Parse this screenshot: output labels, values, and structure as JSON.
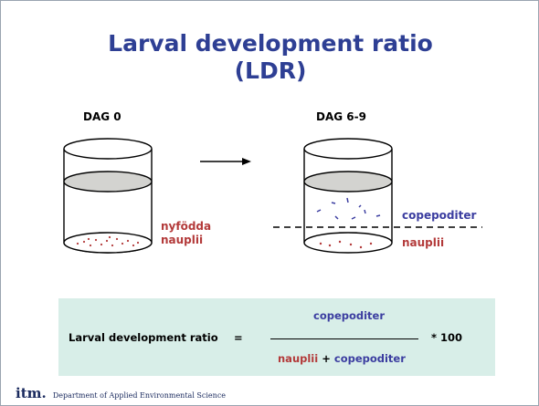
{
  "slide": {
    "title_line1": "Larval development ratio",
    "title_line2": "(LDR)",
    "day0_label": "DAG 0",
    "day69_label": "DAG 6-9",
    "left_label_1": "nyfödda",
    "left_label_2": "nauplii",
    "right_top_label": "copepoditer",
    "right_bottom_label": "nauplii",
    "colors": {
      "title": "#2e3f94",
      "red": "#b33a3a",
      "blue": "#3b3da0",
      "formula_bg": "#d8eee8"
    }
  },
  "formula": {
    "lhs": "Larval development ratio",
    "equals": "=",
    "numerator": "copepoditer",
    "denominator_left": "nauplii",
    "plus": "+",
    "denominator_right": "copepoditer",
    "multiplier": "* 100"
  },
  "footer": {
    "logo": "itm.",
    "department": "Department of Applied Environmental Science"
  }
}
